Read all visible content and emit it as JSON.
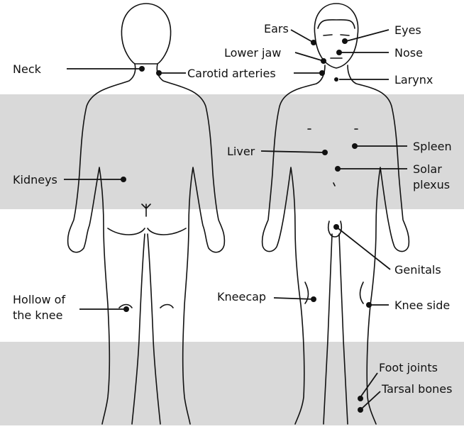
{
  "diagram": {
    "band_color": "#d9d9d9",
    "line_color": "#111111",
    "figures": [
      "back-view-figure",
      "front-view-figure"
    ],
    "labels": {
      "neck": "Neck",
      "kidneys": "Kidneys",
      "hollow_knee_line1": "Hollow of",
      "hollow_knee_line2": "the knee",
      "ears": "Ears",
      "lower_jaw": "Lower jaw",
      "carotid_arteries": "Carotid arteries",
      "eyes": "Eyes",
      "nose": "Nose",
      "larynx": "Larynx",
      "liver": "Liver",
      "spleen": "Spleen",
      "solar_plexus_line1": "Solar",
      "solar_plexus_line2": "plexus",
      "genitals": "Genitals",
      "kneecap": "Kneecap",
      "knee_side": "Knee side",
      "foot_joints": "Foot joints",
      "tarsal_bones": "Tarsal bones"
    }
  }
}
